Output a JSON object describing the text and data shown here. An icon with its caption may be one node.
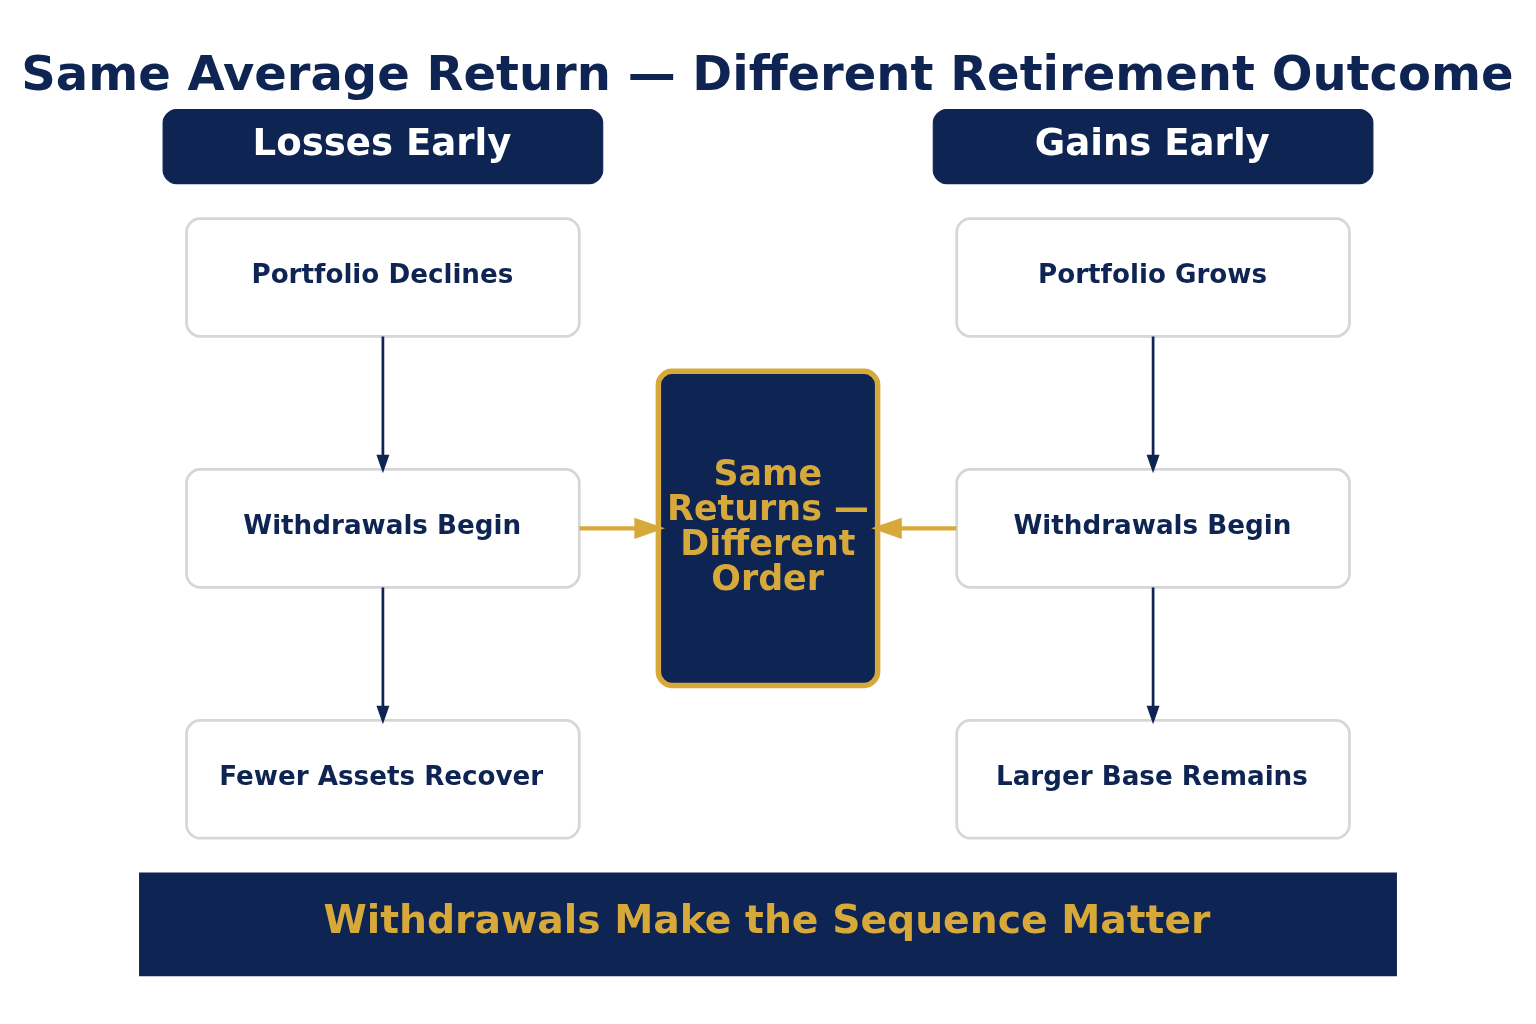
{
  "diagram": {
    "title": "Same Average Return — Different Retirement Outcome",
    "nodes": [
      {
        "text": [
          "Losses Early"
        ]
      },
      {
        "text": [
          "Portfolio Declines"
        ]
      },
      {
        "text": [
          "Withdrawals Begin"
        ]
      },
      {
        "text": [
          "Fewer Assets Recover"
        ]
      },
      {
        "text": [
          "Same Returns — Different Order"
        ]
      },
      {
        "text": [
          "Gains Early"
        ]
      },
      {
        "text": [
          "Portfolio Grows"
        ]
      },
      {
        "text": [
          "Withdrawals Begin"
        ]
      },
      {
        "text": [
          "Larger Base Remains"
        ]
      },
      {
        "text": [
          "Withdrawals Make the Sequence Matter"
        ]
      }
    ],
    "edges": [
      {
        "from": 1,
        "to": 2,
        "arrow": "to"
      },
      {
        "from": 2,
        "to": 3,
        "arrow": "to"
      },
      {
        "from": 6,
        "to": 7,
        "arrow": "to"
      },
      {
        "from": 7,
        "to": 8,
        "arrow": "to"
      },
      {
        "from": 2,
        "to": 4,
        "arrow": "to",
        "color": "#d6a93a"
      },
      {
        "from": 7,
        "to": 4,
        "arrow": "to",
        "color": "#d6a93a"
      }
    ]
  }
}
